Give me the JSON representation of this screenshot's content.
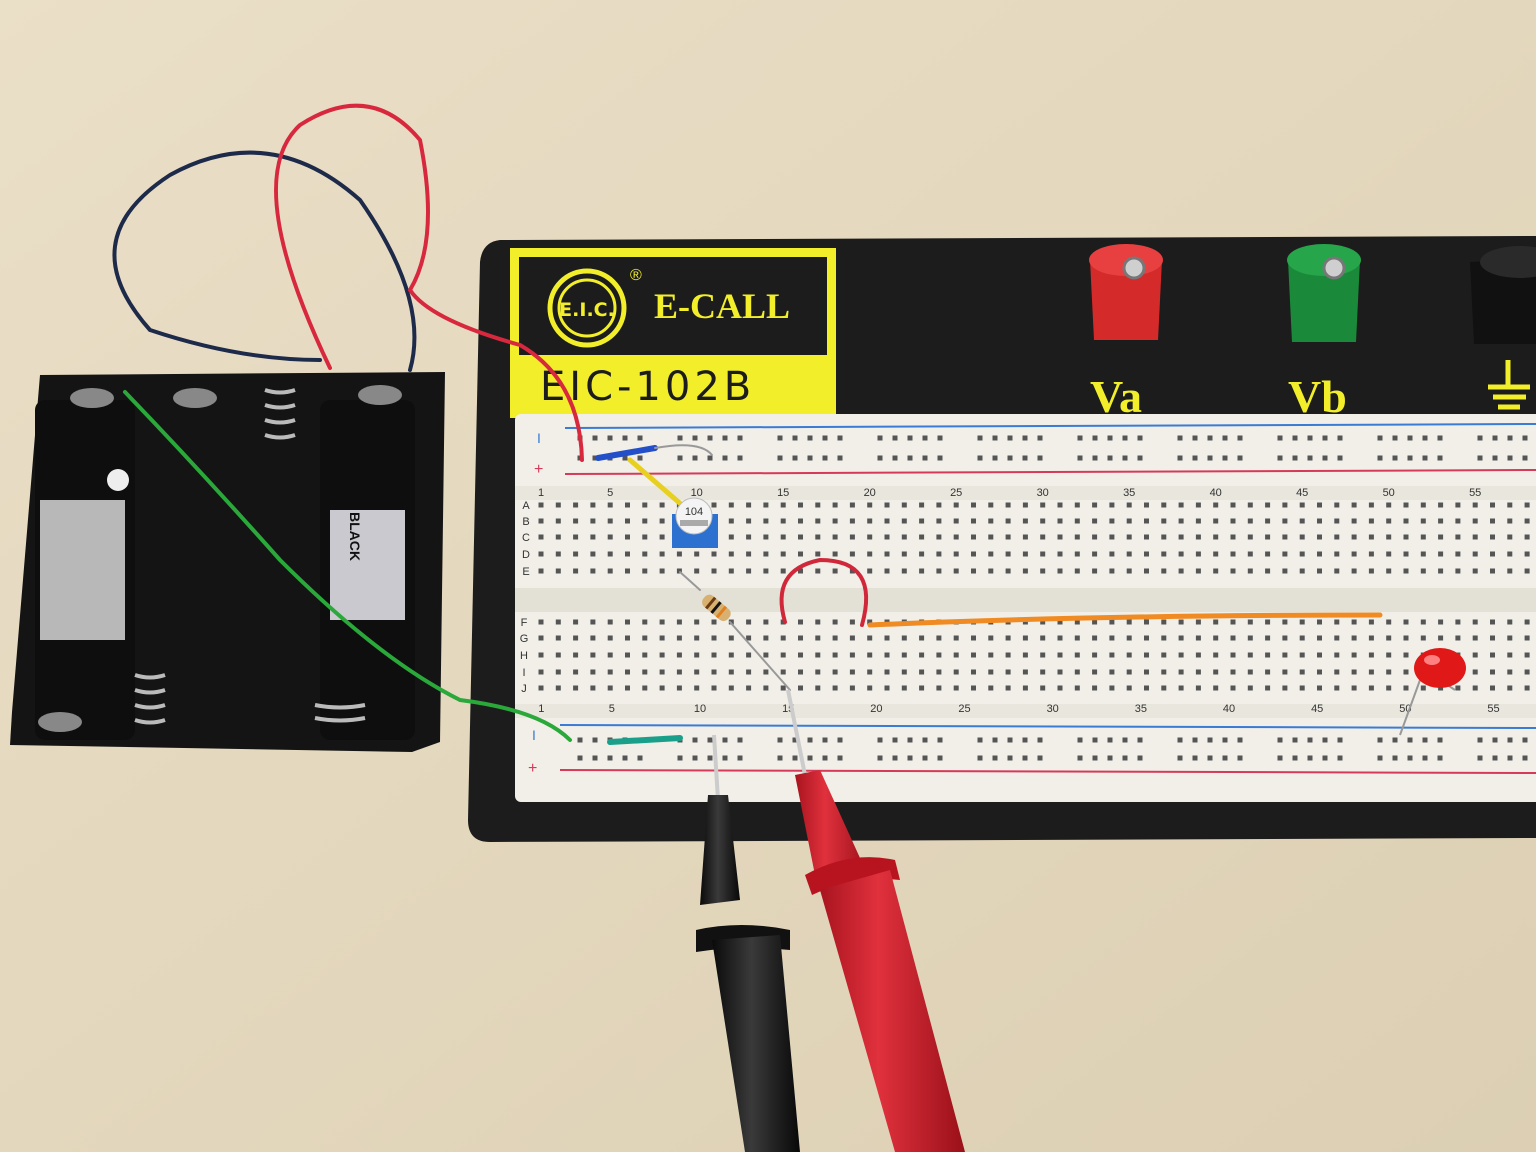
{
  "logo": {
    "emblem": "E.I.C.",
    "registered": "®",
    "brand": "E-CALL",
    "model": "EIC-102B"
  },
  "terminals": [
    {
      "label": "Va",
      "color": "#d42a2a"
    },
    {
      "label": "Vb",
      "color": "#1a8a3a"
    },
    {
      "label": "ground",
      "color": "#1a1a1a"
    }
  ],
  "breadboard": {
    "rail_minus": "I",
    "rail_plus": "+",
    "column_numbers": [
      "1",
      "5",
      "10",
      "15",
      "20",
      "25",
      "30",
      "35",
      "40",
      "45",
      "50",
      "55"
    ],
    "row_letters_top": [
      "A",
      "B",
      "C",
      "D",
      "E"
    ],
    "row_letters_bottom": [
      "F",
      "G",
      "H",
      "I",
      "J"
    ]
  },
  "potentiometer": {
    "label": "104"
  },
  "battery": {
    "label": "BLACK"
  },
  "colors": {
    "table": "#e6d9bf",
    "board": "#1c1c1c",
    "logo_yellow": "#f2ef2a",
    "breadboard": "#f1efe8"
  }
}
